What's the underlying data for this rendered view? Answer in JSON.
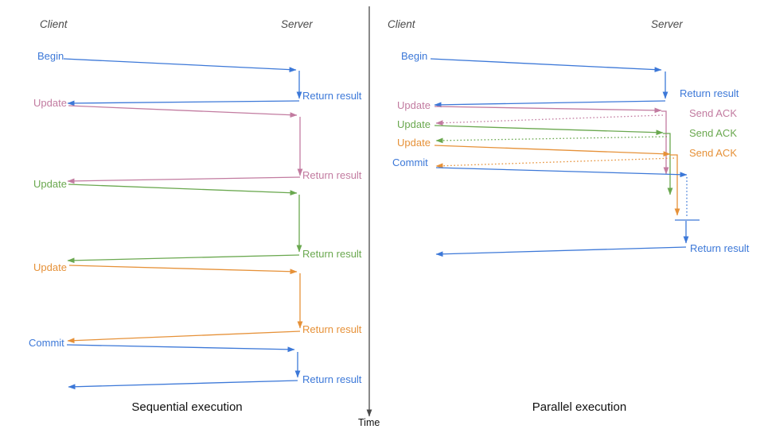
{
  "colors": {
    "blue": "#3c78d8",
    "pink": "#c27ba0",
    "green": "#6aa84f",
    "orange": "#e69138",
    "axis": "#4a4a4a",
    "header": "#4a4a4a",
    "title": "#111111"
  },
  "time_axis": {
    "label": "Time"
  },
  "sequential": {
    "title": "Sequential execution",
    "client_header": "Client",
    "server_header": "Server",
    "messages": [
      {
        "request": "Begin",
        "response": "Return result",
        "color": "blue"
      },
      {
        "request": "Update",
        "response": "Return result",
        "color": "pink"
      },
      {
        "request": "Update",
        "response": "Return result",
        "color": "green"
      },
      {
        "request": "Update",
        "response": "Return result",
        "color": "orange"
      },
      {
        "request": "Commit",
        "response": "Return result",
        "color": "blue"
      }
    ]
  },
  "parallel": {
    "title": "Parallel execution",
    "client_header": "Client",
    "server_header": "Server",
    "messages": [
      {
        "request": "Begin",
        "response": "Return result",
        "color": "blue"
      },
      {
        "request": "Update",
        "response": "Send ACK",
        "color": "pink"
      },
      {
        "request": "Update",
        "response": "Send ACK",
        "color": "green"
      },
      {
        "request": "Update",
        "response": "Send ACK",
        "color": "orange"
      },
      {
        "request": "Commit",
        "response": "Return result",
        "color": "blue"
      }
    ]
  }
}
